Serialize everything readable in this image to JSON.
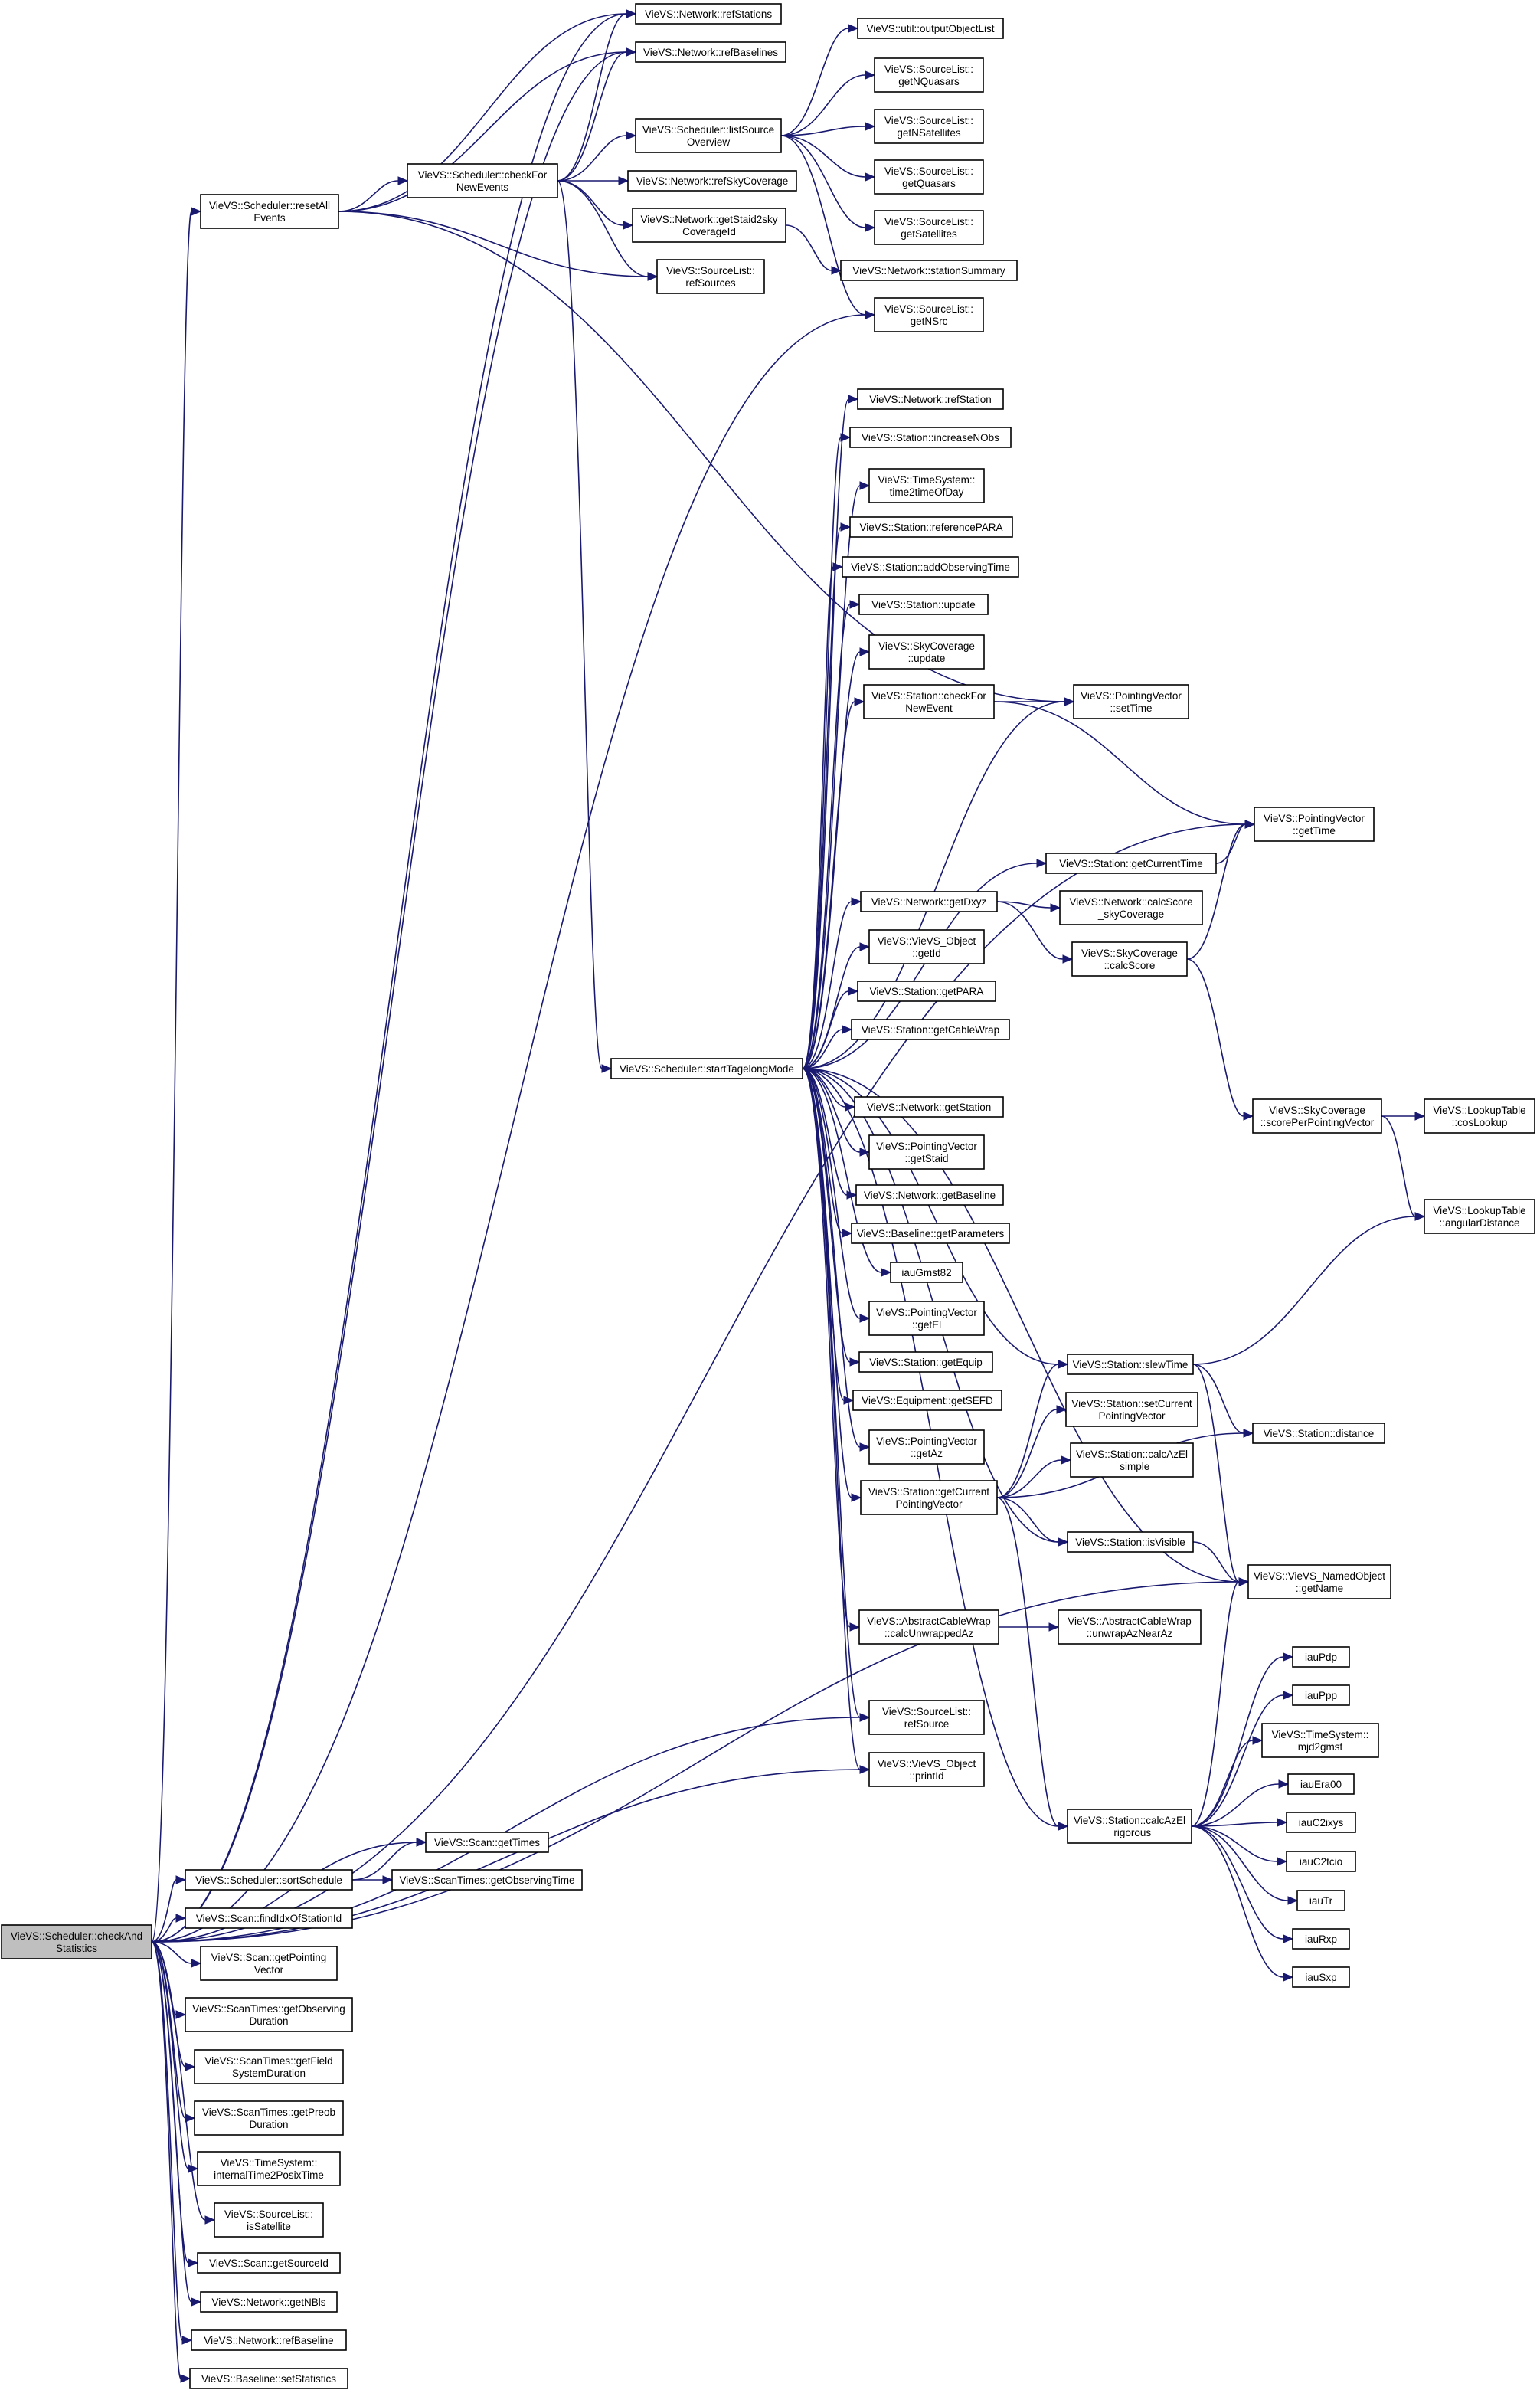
{
  "colors": {
    "edge": "#191970",
    "node_border": "#000000",
    "root_fill": "#bfbfbf",
    "node_fill": "#ffffff"
  },
  "nodes": [
    {
      "id": "root",
      "lines": [
        "VieVS::Scheduler::checkAnd",
        "Statistics"
      ]
    },
    {
      "id": "resetAllEvents",
      "lines": [
        "VieVS::Scheduler::resetAll",
        "Events"
      ]
    },
    {
      "id": "refStations",
      "lines": [
        "VieVS::Network::refStations"
      ]
    },
    {
      "id": "refBaselines",
      "lines": [
        "VieVS::Network::refBaselines"
      ]
    },
    {
      "id": "checkForNewEvents",
      "lines": [
        "VieVS::Scheduler::checkFor",
        "NewEvents"
      ]
    },
    {
      "id": "listSourceOverview",
      "lines": [
        "VieVS::Scheduler::listSource",
        "Overview"
      ]
    },
    {
      "id": "refSkyCoverage",
      "lines": [
        "VieVS::Network::refSkyCoverage"
      ]
    },
    {
      "id": "getStaid2sky",
      "lines": [
        "VieVS::Network::getStaid2sky",
        "CoverageId"
      ]
    },
    {
      "id": "refSources",
      "lines": [
        "VieVS::SourceList::",
        "refSources"
      ]
    },
    {
      "id": "outputObjectList",
      "lines": [
        "VieVS::util::outputObjectList"
      ]
    },
    {
      "id": "getNQuasars",
      "lines": [
        "VieVS::SourceList::",
        "getNQuasars"
      ]
    },
    {
      "id": "getNSatellites",
      "lines": [
        "VieVS::SourceList::",
        "getNSatellites"
      ]
    },
    {
      "id": "getQuasars",
      "lines": [
        "VieVS::SourceList::",
        "getQuasars"
      ]
    },
    {
      "id": "getSatellites",
      "lines": [
        "VieVS::SourceList::",
        "getSatellites"
      ]
    },
    {
      "id": "stationSummary",
      "lines": [
        "VieVS::Network::stationSummary"
      ]
    },
    {
      "id": "getNSrc",
      "lines": [
        "VieVS::SourceList::",
        "getNSrc"
      ]
    },
    {
      "id": "refStation",
      "lines": [
        "VieVS::Network::refStation"
      ]
    },
    {
      "id": "increaseNObs",
      "lines": [
        "VieVS::Station::increaseNObs"
      ]
    },
    {
      "id": "time2timeOfDay",
      "lines": [
        "VieVS::TimeSystem::",
        "time2timeOfDay"
      ]
    },
    {
      "id": "referencePARA",
      "lines": [
        "VieVS::Station::referencePARA"
      ]
    },
    {
      "id": "addObservingTime",
      "lines": [
        "VieVS::Station::addObservingTime"
      ]
    },
    {
      "id": "stationUpdate",
      "lines": [
        "VieVS::Station::update"
      ]
    },
    {
      "id": "skyUpdate",
      "lines": [
        "VieVS::SkyCoverage",
        "::update"
      ]
    },
    {
      "id": "checkForNewEvent",
      "lines": [
        "VieVS::Station::checkFor",
        "NewEvent"
      ]
    },
    {
      "id": "pvSetTime",
      "lines": [
        "VieVS::PointingVector",
        "::setTime"
      ]
    },
    {
      "id": "pvGetTime",
      "lines": [
        "VieVS::PointingVector",
        "::getTime"
      ]
    },
    {
      "id": "getCurrentTime",
      "lines": [
        "VieVS::Station::getCurrentTime"
      ]
    },
    {
      "id": "getDxyz",
      "lines": [
        "VieVS::Network::getDxyz"
      ]
    },
    {
      "id": "calcScoreSky",
      "lines": [
        "VieVS::Network::calcScore",
        "_skyCoverage"
      ]
    },
    {
      "id": "skyCalcScore",
      "lines": [
        "VieVS::SkyCoverage",
        "::calcScore"
      ]
    },
    {
      "id": "objGetId",
      "lines": [
        "VieVS::VieVS_Object",
        "::getId"
      ]
    },
    {
      "id": "getPARA",
      "lines": [
        "VieVS::Station::getPARA"
      ]
    },
    {
      "id": "getCableWrap",
      "lines": [
        "VieVS::Station::getCableWrap"
      ]
    },
    {
      "id": "startTagelong",
      "lines": [
        "VieVS::Scheduler::startTagelongMode"
      ]
    },
    {
      "id": "netGetStation",
      "lines": [
        "VieVS::Network::getStation"
      ]
    },
    {
      "id": "pvGetStaid",
      "lines": [
        "VieVS::PointingVector",
        "::getStaid"
      ]
    },
    {
      "id": "netGetBaseline",
      "lines": [
        "VieVS::Network::getBaseline"
      ]
    },
    {
      "id": "blGetParameters",
      "lines": [
        "VieVS::Baseline::getParameters"
      ]
    },
    {
      "id": "iauGmst82",
      "lines": [
        "iauGmst82"
      ]
    },
    {
      "id": "pvGetEl",
      "lines": [
        "VieVS::PointingVector",
        "::getEl"
      ]
    },
    {
      "id": "getEquip",
      "lines": [
        "VieVS::Station::getEquip"
      ]
    },
    {
      "id": "getSEFD",
      "lines": [
        "VieVS::Equipment::getSEFD"
      ]
    },
    {
      "id": "pvGetAz",
      "lines": [
        "VieVS::PointingVector",
        "::getAz"
      ]
    },
    {
      "id": "getCurrentPV",
      "lines": [
        "VieVS::Station::getCurrent",
        "PointingVector"
      ]
    },
    {
      "id": "scorePerPV",
      "lines": [
        "VieVS::SkyCoverage",
        "::scorePerPointingVector"
      ]
    },
    {
      "id": "cosLookup",
      "lines": [
        "VieVS::LookupTable",
        "::cosLookup"
      ]
    },
    {
      "id": "angularDistance",
      "lines": [
        "VieVS::LookupTable",
        "::angularDistance"
      ]
    },
    {
      "id": "slewTime",
      "lines": [
        "VieVS::Station::slewTime"
      ]
    },
    {
      "id": "setCurrentPV",
      "lines": [
        "VieVS::Station::setCurrent",
        "PointingVector"
      ]
    },
    {
      "id": "calcAzElSimple",
      "lines": [
        "VieVS::Station::calcAzEl",
        "_simple"
      ]
    },
    {
      "id": "distance",
      "lines": [
        "VieVS::Station::distance"
      ]
    },
    {
      "id": "isVisible",
      "lines": [
        "VieVS::Station::isVisible"
      ]
    },
    {
      "id": "getName",
      "lines": [
        "VieVS::VieVS_NamedObject",
        "::getName"
      ]
    },
    {
      "id": "calcUnwrappedAz",
      "lines": [
        "VieVS::AbstractCableWrap",
        "::calcUnwrappedAz"
      ]
    },
    {
      "id": "unwrapAzNearAz",
      "lines": [
        "VieVS::AbstractCableWrap",
        "::unwrapAzNearAz"
      ]
    },
    {
      "id": "refSource",
      "lines": [
        "VieVS::SourceList::",
        "refSource"
      ]
    },
    {
      "id": "printId",
      "lines": [
        "VieVS::VieVS_Object",
        "::printId"
      ]
    },
    {
      "id": "calcAzElRigorous",
      "lines": [
        "VieVS::Station::calcAzEl",
        "_rigorous"
      ]
    },
    {
      "id": "iauPdp",
      "lines": [
        "iauPdp"
      ]
    },
    {
      "id": "iauPpp",
      "lines": [
        "iauPpp"
      ]
    },
    {
      "id": "mjd2gmst",
      "lines": [
        "VieVS::TimeSystem::",
        "mjd2gmst"
      ]
    },
    {
      "id": "iauEra00",
      "lines": [
        "iauEra00"
      ]
    },
    {
      "id": "iauC2ixys",
      "lines": [
        "iauC2ixys"
      ]
    },
    {
      "id": "iauC2tcio",
      "lines": [
        "iauC2tcio"
      ]
    },
    {
      "id": "iauTr",
      "lines": [
        "iauTr"
      ]
    },
    {
      "id": "iauRxp",
      "lines": [
        "iauRxp"
      ]
    },
    {
      "id": "iauSxp",
      "lines": [
        "iauSxp"
      ]
    },
    {
      "id": "scanGetTimes",
      "lines": [
        "VieVS::Scan::getTimes"
      ]
    },
    {
      "id": "sortSchedule",
      "lines": [
        "VieVS::Scheduler::sortSchedule"
      ]
    },
    {
      "id": "getObservingTime",
      "lines": [
        "VieVS::ScanTimes::getObservingTime"
      ]
    },
    {
      "id": "findIdx",
      "lines": [
        "VieVS::Scan::findIdxOfStationId"
      ]
    },
    {
      "id": "scanGetPV",
      "lines": [
        "VieVS::Scan::getPointing",
        "Vector"
      ]
    },
    {
      "id": "getObsDuration",
      "lines": [
        "VieVS::ScanTimes::getObserving",
        "Duration"
      ]
    },
    {
      "id": "getFieldDuration",
      "lines": [
        "VieVS::ScanTimes::getField",
        "SystemDuration"
      ]
    },
    {
      "id": "getPreobDuration",
      "lines": [
        "VieVS::ScanTimes::getPreob",
        "Duration"
      ]
    },
    {
      "id": "internal2posix",
      "lines": [
        "VieVS::TimeSystem::",
        "internalTime2PosixTime"
      ]
    },
    {
      "id": "isSatellite",
      "lines": [
        "VieVS::SourceList::",
        "isSatellite"
      ]
    },
    {
      "id": "getSourceId",
      "lines": [
        "VieVS::Scan::getSourceId"
      ]
    },
    {
      "id": "getNBls",
      "lines": [
        "VieVS::Network::getNBls"
      ]
    },
    {
      "id": "refBaseline",
      "lines": [
        "VieVS::Network::refBaseline"
      ]
    },
    {
      "id": "setStatistics",
      "lines": [
        "VieVS::Baseline::setStatistics"
      ]
    }
  ],
  "edges": [
    [
      "root",
      "resetAllEvents"
    ],
    [
      "root",
      "refStations"
    ],
    [
      "root",
      "refBaselines"
    ],
    [
      "root",
      "getNSrc"
    ],
    [
      "root",
      "pvGetTime"
    ],
    [
      "root",
      "refSource"
    ],
    [
      "root",
      "printId"
    ],
    [
      "root",
      "getName"
    ],
    [
      "root",
      "scanGetTimes"
    ],
    [
      "root",
      "sortSchedule"
    ],
    [
      "root",
      "findIdx"
    ],
    [
      "root",
      "scanGetPV"
    ],
    [
      "root",
      "getObsDuration"
    ],
    [
      "root",
      "getFieldDuration"
    ],
    [
      "root",
      "getPreobDuration"
    ],
    [
      "root",
      "internal2posix"
    ],
    [
      "root",
      "isSatellite"
    ],
    [
      "root",
      "getSourceId"
    ],
    [
      "root",
      "getNBls"
    ],
    [
      "root",
      "refBaseline"
    ],
    [
      "root",
      "setStatistics"
    ],
    [
      "resetAllEvents",
      "refStations"
    ],
    [
      "resetAllEvents",
      "refBaselines"
    ],
    [
      "resetAllEvents",
      "checkForNewEvents"
    ],
    [
      "resetAllEvents",
      "refSources"
    ],
    [
      "resetAllEvents",
      "pvSetTime"
    ],
    [
      "checkForNewEvents",
      "refStations"
    ],
    [
      "checkForNewEvents",
      "refBaselines"
    ],
    [
      "checkForNewEvents",
      "listSourceOverview"
    ],
    [
      "checkForNewEvents",
      "refSkyCoverage"
    ],
    [
      "checkForNewEvents",
      "getStaid2sky"
    ],
    [
      "checkForNewEvents",
      "refSources"
    ],
    [
      "checkForNewEvents",
      "startTagelong"
    ],
    [
      "listSourceOverview",
      "outputObjectList"
    ],
    [
      "listSourceOverview",
      "getNQuasars"
    ],
    [
      "listSourceOverview",
      "getNSatellites"
    ],
    [
      "listSourceOverview",
      "getQuasars"
    ],
    [
      "listSourceOverview",
      "getSatellites"
    ],
    [
      "listSourceOverview",
      "getNSrc"
    ],
    [
      "getStaid2sky",
      "stationSummary"
    ],
    [
      "startTagelong",
      "refStation"
    ],
    [
      "startTagelong",
      "increaseNObs"
    ],
    [
      "startTagelong",
      "time2timeOfDay"
    ],
    [
      "startTagelong",
      "referencePARA"
    ],
    [
      "startTagelong",
      "addObservingTime"
    ],
    [
      "startTagelong",
      "stationUpdate"
    ],
    [
      "startTagelong",
      "skyUpdate"
    ],
    [
      "startTagelong",
      "checkForNewEvent"
    ],
    [
      "startTagelong",
      "pvSetTime"
    ],
    [
      "startTagelong",
      "getCurrentTime"
    ],
    [
      "startTagelong",
      "getDxyz"
    ],
    [
      "startTagelong",
      "objGetId"
    ],
    [
      "startTagelong",
      "getPARA"
    ],
    [
      "startTagelong",
      "getCableWrap"
    ],
    [
      "startTagelong",
      "netGetStation"
    ],
    [
      "startTagelong",
      "pvGetStaid"
    ],
    [
      "startTagelong",
      "netGetBaseline"
    ],
    [
      "startTagelong",
      "blGetParameters"
    ],
    [
      "startTagelong",
      "iauGmst82"
    ],
    [
      "startTagelong",
      "pvGetEl"
    ],
    [
      "startTagelong",
      "getEquip"
    ],
    [
      "startTagelong",
      "getSEFD"
    ],
    [
      "startTagelong",
      "pvGetAz"
    ],
    [
      "startTagelong",
      "getCurrentPV"
    ],
    [
      "startTagelong",
      "slewTime"
    ],
    [
      "startTagelong",
      "isVisible"
    ],
    [
      "startTagelong",
      "getName"
    ],
    [
      "startTagelong",
      "calcUnwrappedAz"
    ],
    [
      "startTagelong",
      "refSource"
    ],
    [
      "startTagelong",
      "printId"
    ],
    [
      "startTagelong",
      "calcAzElRigorous"
    ],
    [
      "checkForNewEvent",
      "pvSetTime"
    ],
    [
      "checkForNewEvent",
      "pvGetTime"
    ],
    [
      "getCurrentTime",
      "pvGetTime"
    ],
    [
      "getDxyz",
      "calcScoreSky"
    ],
    [
      "getDxyz",
      "skyCalcScore"
    ],
    [
      "skyCalcScore",
      "pvGetTime"
    ],
    [
      "skyCalcScore",
      "scorePerPV"
    ],
    [
      "scorePerPV",
      "cosLookup"
    ],
    [
      "scorePerPV",
      "angularDistance"
    ],
    [
      "getCurrentPV",
      "slewTime"
    ],
    [
      "getCurrentPV",
      "setCurrentPV"
    ],
    [
      "getCurrentPV",
      "calcAzElSimple"
    ],
    [
      "getCurrentPV",
      "distance"
    ],
    [
      "getCurrentPV",
      "isVisible"
    ],
    [
      "getCurrentPV",
      "calcAzElRigorous"
    ],
    [
      "slewTime",
      "angularDistance"
    ],
    [
      "slewTime",
      "distance"
    ],
    [
      "slewTime",
      "getName"
    ],
    [
      "isVisible",
      "getName"
    ],
    [
      "calcUnwrappedAz",
      "unwrapAzNearAz"
    ],
    [
      "calcAzElRigorous",
      "getName"
    ],
    [
      "calcAzElRigorous",
      "iauPdp"
    ],
    [
      "calcAzElRigorous",
      "iauPpp"
    ],
    [
      "calcAzElRigorous",
      "mjd2gmst"
    ],
    [
      "calcAzElRigorous",
      "iauEra00"
    ],
    [
      "calcAzElRigorous",
      "iauC2ixys"
    ],
    [
      "calcAzElRigorous",
      "iauC2tcio"
    ],
    [
      "calcAzElRigorous",
      "iauTr"
    ],
    [
      "calcAzElRigorous",
      "iauRxp"
    ],
    [
      "calcAzElRigorous",
      "iauSxp"
    ],
    [
      "sortSchedule",
      "scanGetTimes"
    ],
    [
      "sortSchedule",
      "getObservingTime"
    ]
  ]
}
